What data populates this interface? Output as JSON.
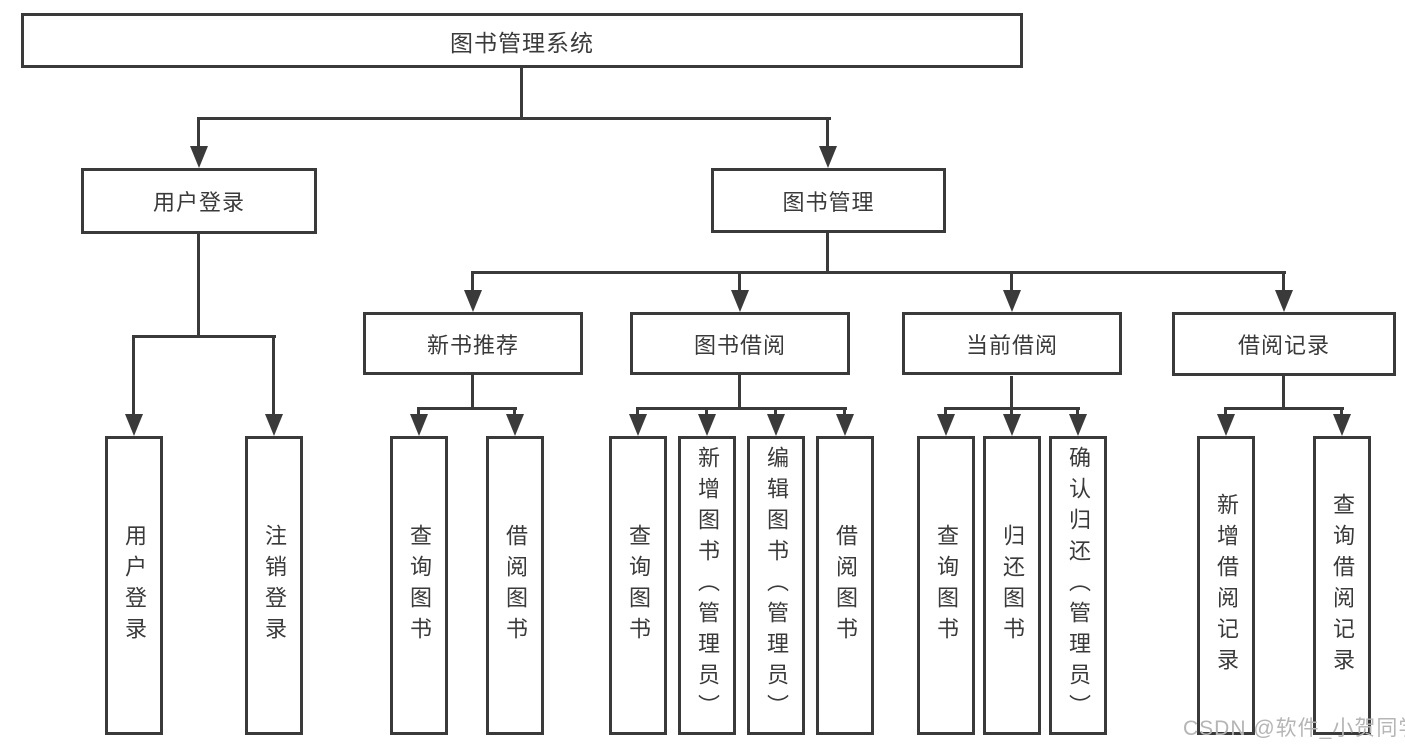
{
  "diagram": {
    "root": {
      "label": "图书管理系统"
    },
    "level2": {
      "user_login": {
        "label": "用户登录"
      },
      "book_management": {
        "label": "图书管理"
      }
    },
    "level3": {
      "new_book_recommend": {
        "label": "新书推荐"
      },
      "book_borrow": {
        "label": "图书借阅"
      },
      "current_borrow": {
        "label": "当前借阅"
      },
      "borrow_records": {
        "label": "借阅记录"
      }
    },
    "leaves": {
      "login": {
        "label": "用户登录"
      },
      "logout": {
        "label": "注销登录"
      },
      "recommend_query_books": {
        "label": "查询图书"
      },
      "recommend_borrow_books": {
        "label": "借阅图书"
      },
      "borrow_query_books": {
        "label": "查询图书"
      },
      "borrow_add_books": {
        "label": "新增图书（管理员）"
      },
      "borrow_edit_books": {
        "label": "编辑图书（管理员）"
      },
      "borrow_borrow_books": {
        "label": "借阅图书"
      },
      "current_query_books": {
        "label": "查询图书"
      },
      "current_return_books": {
        "label": "归还图书"
      },
      "current_confirm_return": {
        "label": "确认归还（管理员）"
      },
      "records_add": {
        "label": "新增借阅记录"
      },
      "records_query": {
        "label": "查询借阅记录"
      }
    },
    "watermark": {
      "text": "CSDN @软件_小贺同学"
    },
    "colors": {
      "line": "#3a3a3a",
      "text": "#3a3a3a",
      "watermark": "#b5b5b5",
      "background": "#ffffff"
    }
  }
}
